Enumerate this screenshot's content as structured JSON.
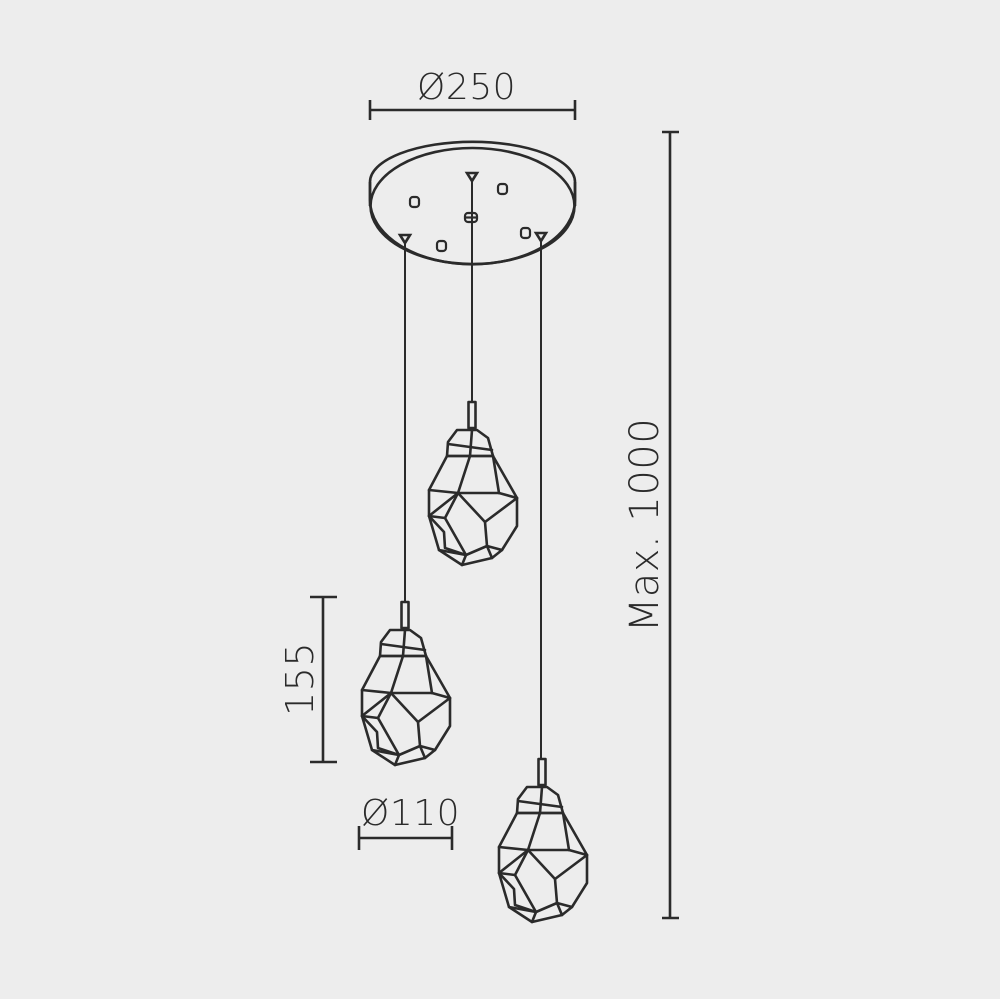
{
  "diagram": {
    "type": "product-dimension-drawing",
    "subject": "3-light cascade pendant lamp with faceted crystal shades on round canopy",
    "colors": {
      "background": "#ededed",
      "stroke": "#2b2b2b"
    },
    "dimensions": {
      "canopy_diameter": "Ø250",
      "max_height": "Max. 1000",
      "shade_height": "155",
      "shade_diameter": "Ø110"
    },
    "components": {
      "canopy": "round ceiling canopy",
      "pendants": [
        "pendant-center",
        "pendant-left",
        "pendant-right"
      ]
    }
  }
}
